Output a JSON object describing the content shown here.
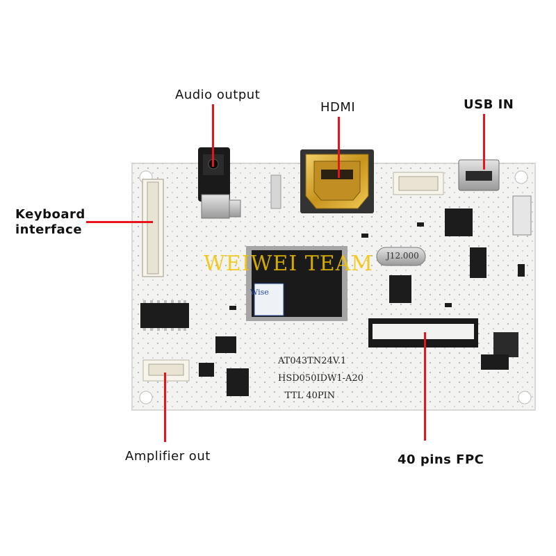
{
  "labels": {
    "audio_output": "Audio output",
    "hdmi": "HDMI",
    "usb_in": "USB IN",
    "keyboard_interface_line1": "Keyboard",
    "keyboard_interface_line2": "interface",
    "amplifier_out": "Amplifier out",
    "fpc_40_pins": "40 pins FPC"
  },
  "board": {
    "silkscreen": {
      "model1": "AT043TN24V.1",
      "model2": "HSD050IDW1-A20",
      "interface": "TTL  40PIN",
      "crystal": "J12.000",
      "chip_brand": "Wise"
    },
    "watermark": "WEIWEI TEAM"
  },
  "colors": {
    "leader_line": "#e8141c",
    "board": "#f4f4f2",
    "gold": "#d9a520",
    "component": "#1c1c1c"
  }
}
